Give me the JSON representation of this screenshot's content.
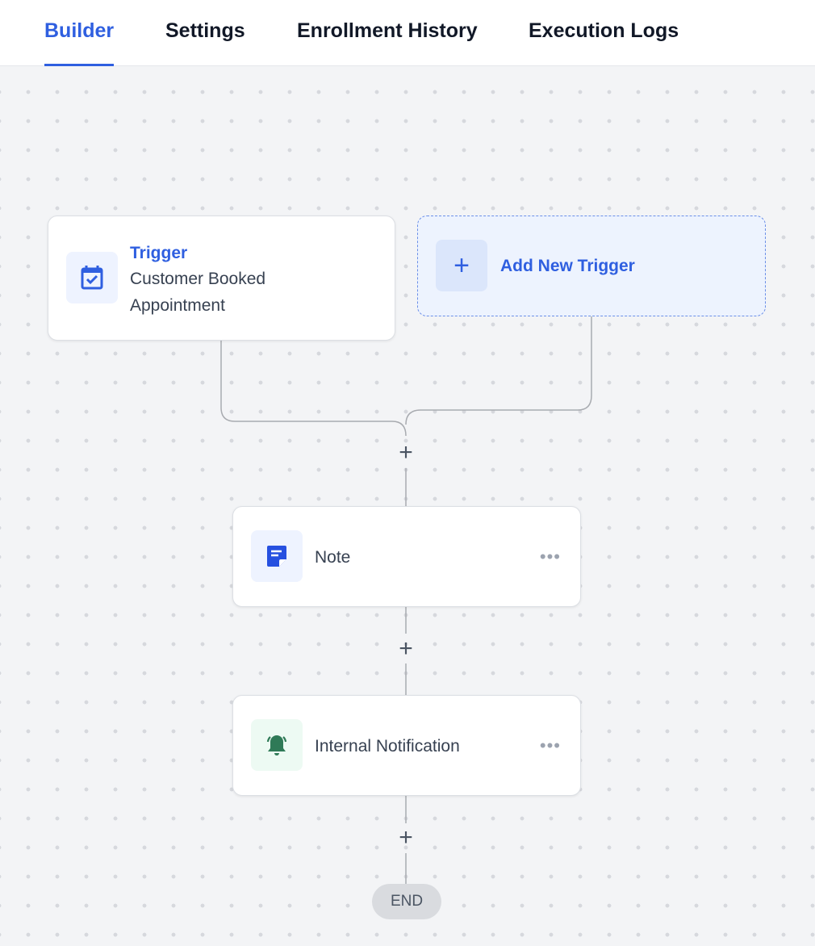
{
  "tabs": [
    {
      "label": "Builder",
      "active": true
    },
    {
      "label": "Settings"
    },
    {
      "label": "Enrollment History"
    },
    {
      "label": "Execution Logs"
    }
  ],
  "trigger": {
    "title": "Trigger",
    "line1": "Customer Booked",
    "line2": "Appointment",
    "icon": "calendar-check-icon"
  },
  "add_trigger": {
    "label": "Add New Trigger",
    "icon": "plus-icon"
  },
  "steps": [
    {
      "label": "Note",
      "icon": "note-icon",
      "more": "•••"
    },
    {
      "label": "Internal Notification",
      "icon": "bell-ring-icon",
      "more": "•••"
    }
  ],
  "add_step_label": "+",
  "end_label": "END",
  "colors": {
    "accent": "#2f5fe0",
    "notification": "#2f7a57"
  }
}
